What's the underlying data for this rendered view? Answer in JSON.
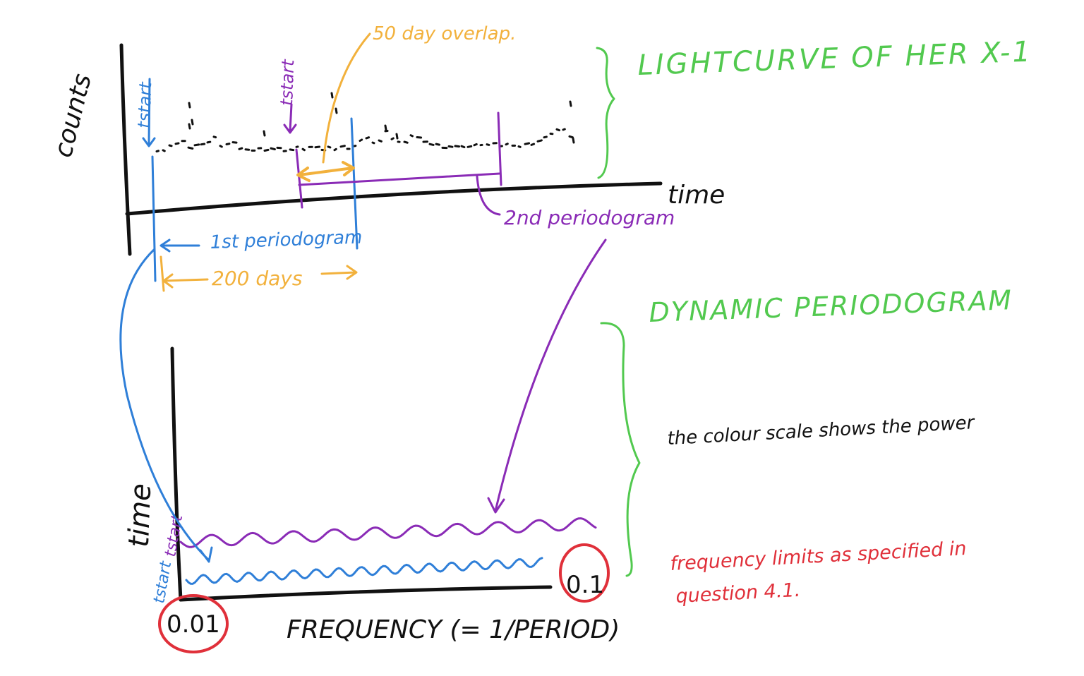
{
  "colors": {
    "black": "#111111",
    "blue": "#2f7fd8",
    "purple": "#8a2bb6",
    "orange": "#f2b13c",
    "green": "#52c94f",
    "red": "#e0303a"
  },
  "lightcurve": {
    "title": "LIGHTCURVE OF HER X-1",
    "ylabel": "counts",
    "xlabel": "time",
    "tstart_blue": "tstart",
    "tstart_purple": "tstart",
    "overlap_label": "50 day overlap.",
    "first_periodogram": "1st periodogram",
    "second_periodogram": "2nd periodogram",
    "window_label": "200 days"
  },
  "dynamic": {
    "title": "DYNAMIC PERIODOGRAM",
    "ylabel": "time",
    "xlabel": "FREQUENCY (= 1/PERIOD)",
    "tstart_blue": "tstart",
    "tstart_purple": "tstart",
    "freq_min": "0.01",
    "freq_max": "0.1",
    "colour_note": "the colour scale shows the power",
    "limits_line1": "frequency limits as specified in",
    "limits_line2": "question 4.1."
  }
}
